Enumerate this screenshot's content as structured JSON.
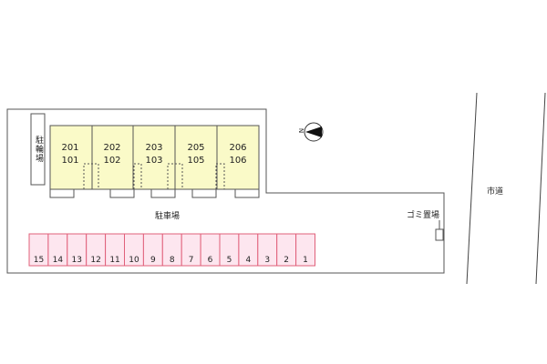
{
  "site_map": {
    "buildings": [
      {
        "upper": "201",
        "lower": "101"
      },
      {
        "upper": "202",
        "lower": "102"
      },
      {
        "upper": "203",
        "lower": "103"
      },
      {
        "upper": "205",
        "lower": "105"
      },
      {
        "upper": "206",
        "lower": "106"
      }
    ],
    "bicycle_parking": "駐輪場",
    "parking_lot": "駐車場",
    "garbage_area": "ゴミ置場",
    "city_road": "市道",
    "north_marker": "N",
    "parking_spaces": [
      "15",
      "14",
      "13",
      "12",
      "11",
      "10",
      "9",
      "8",
      "7",
      "6",
      "5",
      "4",
      "3",
      "2",
      "1"
    ]
  },
  "colors": {
    "building_fill": "#fafac8",
    "parking_fill": "#fde6ef",
    "parking_stroke": "#e0607a",
    "line": "#555555"
  }
}
